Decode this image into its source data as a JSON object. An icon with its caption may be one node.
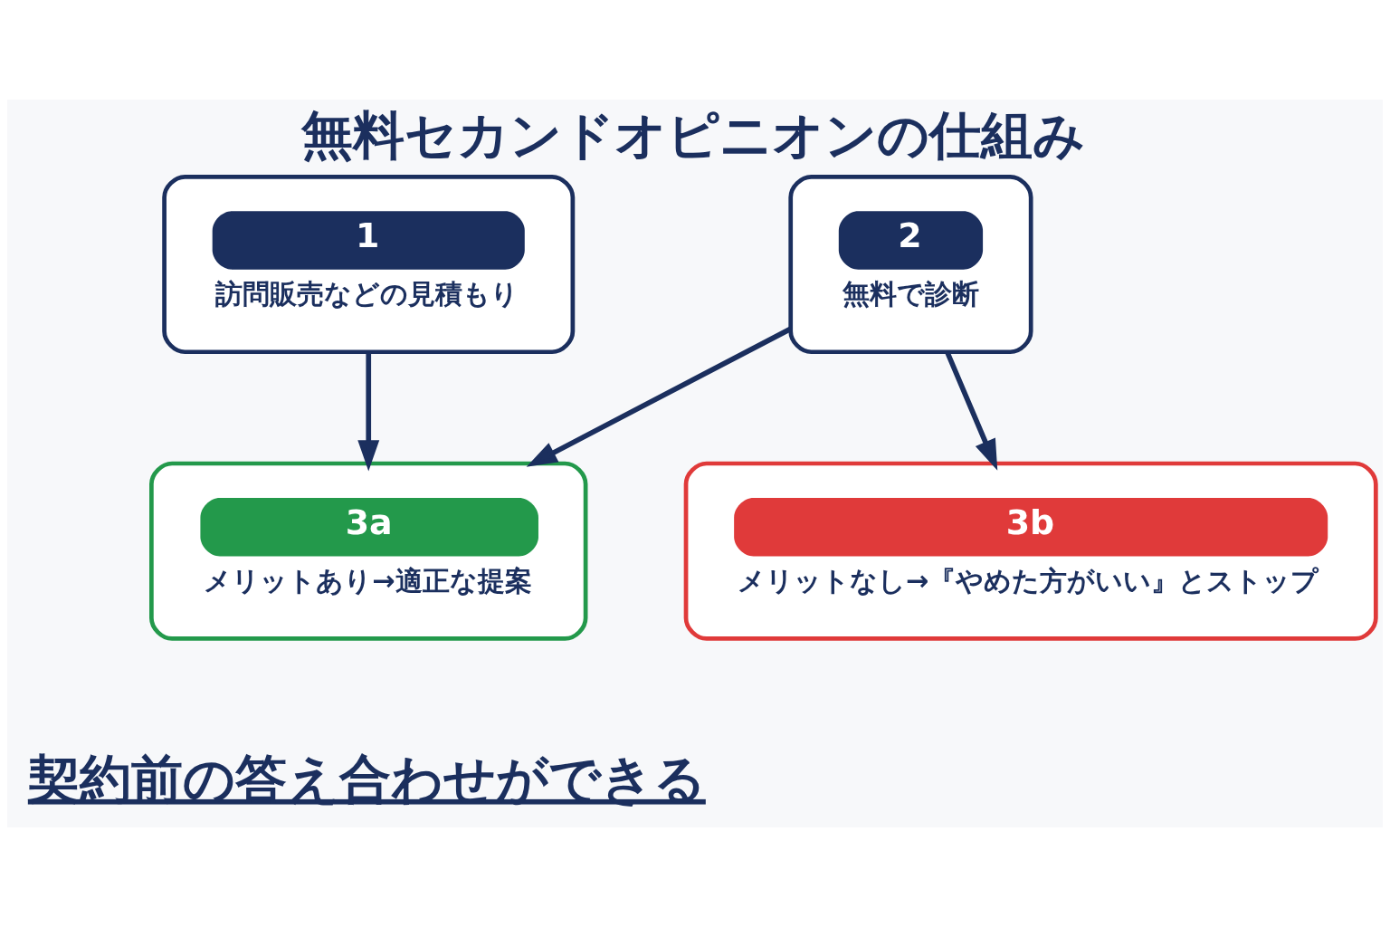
{
  "diagram": {
    "title": "無料セカンドオピニオンの仕組み",
    "caption": "契約前の答え合わせができる",
    "nodes": [
      {
        "text": [
          "1",
          "訪問販売などの見積もり"
        ]
      },
      {
        "text": [
          "2",
          "無料で診断"
        ]
      },
      {
        "text": [
          "3a",
          "メリットあり→適正な提案"
        ]
      },
      {
        "text": [
          "3b",
          "メリットなし→『やめた方がいい』とストップ"
        ]
      }
    ],
    "edges": [
      {
        "from": 0,
        "to": 2,
        "arrow": "to"
      },
      {
        "from": 1,
        "to": 2,
        "arrow": "to"
      },
      {
        "from": 1,
        "to": 3,
        "arrow": "to"
      }
    ]
  }
}
